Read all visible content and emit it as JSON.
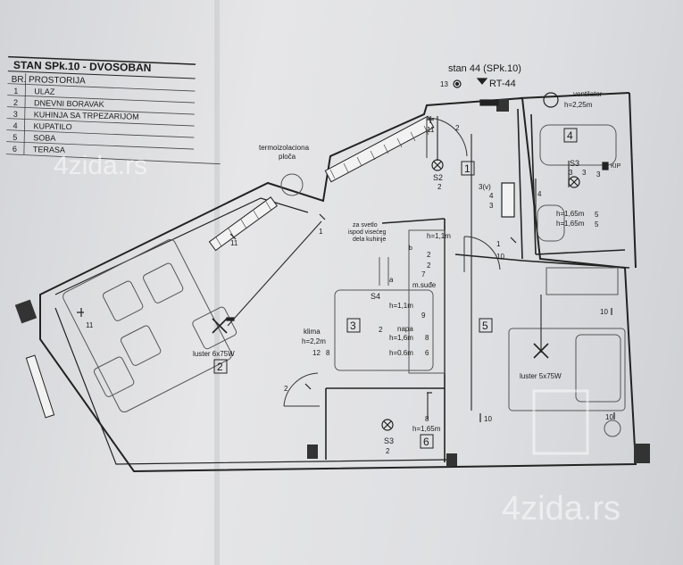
{
  "legend": {
    "title": "STAN SPk.10 - DVOSOBAN",
    "subtitle": "BR. PROSTORIJA",
    "rooms": [
      {
        "num": "1",
        "name": "ULAZ"
      },
      {
        "num": "2",
        "name": "DNEVNI BORAVAK"
      },
      {
        "num": "3",
        "name": "KUHINJA SA TRPEZARIJOM"
      },
      {
        "num": "4",
        "name": "KUPATILO"
      },
      {
        "num": "5",
        "name": "SOBA"
      },
      {
        "num": "6",
        "name": "TERASA"
      }
    ]
  },
  "header": {
    "stan_label": "stan 44 (SPk.10)",
    "rt_label": "RT-44",
    "circuit_13": "13"
  },
  "labels": {
    "ventilator": "ventilator",
    "ventilator_h": "h=2,25m",
    "termo_1": "termoizolaciona",
    "termo_2": "ploča",
    "za_svetlo_1": "za svetlo",
    "za_svetlo_2": "ispod visećeg",
    "za_svetlo_3": "dela kuhinje",
    "kip": "KIP",
    "s2": "S2",
    "s3_bath": "S3",
    "s4": "S4",
    "s3_terrace": "S3",
    "three_v": "3(v)",
    "h165a": "h=1,65m",
    "h165b": "h=1,65m",
    "h11a": "h=1,1m",
    "h11b": "h=1,1m",
    "h16": "h=1,6m",
    "h06": "h=0.6m",
    "h22": "h=2,2m",
    "h165c": "h=1,65m",
    "klima": "klima",
    "napa": "napa",
    "m_sude": "m.suđe",
    "luster2": "luster 6x75W",
    "luster5": "luster 5x75W",
    "a": "a",
    "b": "b"
  },
  "circuits": {
    "c11a": "11",
    "c2a": "2",
    "c11b": "11",
    "c11c": "11",
    "c1a": "1",
    "c2b": "2",
    "c2c": "2",
    "c3": "3",
    "c4a": "4",
    "c3b": "3",
    "c1b": "1",
    "c10a": "10",
    "c2d": "2",
    "c2e": "2",
    "c7": "7",
    "c9": "9",
    "c8a": "8",
    "c6a": "6",
    "c12": "12",
    "c8b": "8",
    "c2f": "2",
    "c8c": "8",
    "c2g": "2",
    "c10b": "10",
    "c10c": "10",
    "c10d": "10",
    "c3c": "3",
    "c4b": "4",
    "c3d": "3",
    "c5a": "5",
    "c5b": "5"
  },
  "room_numbers": {
    "r1": "1",
    "r2": "2",
    "r3": "3",
    "r4": "4",
    "r5": "5",
    "r6": "6"
  },
  "watermarks": {
    "top": "4zida.rs",
    "bottom": "4zida.rs"
  }
}
